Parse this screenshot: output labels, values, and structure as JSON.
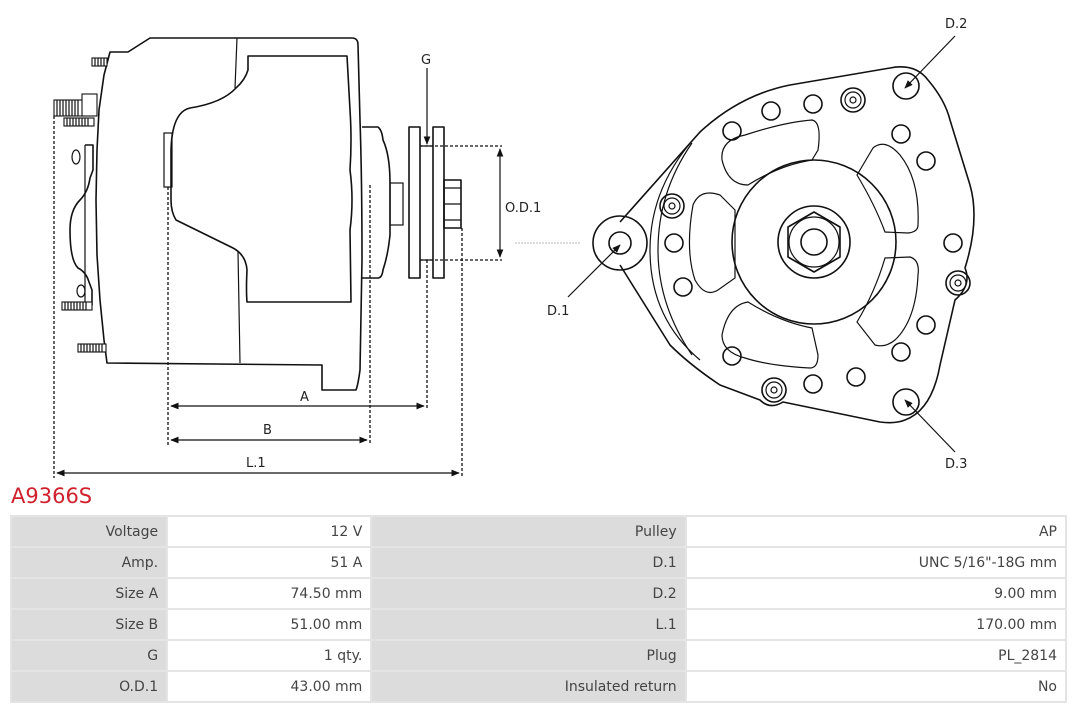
{
  "product": {
    "code": "A9366S",
    "title_color": "#d0202c"
  },
  "drawing": {
    "side_view_labels": {
      "g": "G",
      "od1": "O.D.1",
      "a": "A",
      "b": "B",
      "l1": "L.1"
    },
    "front_view_labels": {
      "d1": "D.1",
      "d2": "D.2",
      "d3": "D.3"
    }
  },
  "specs": {
    "rows": [
      {
        "left_label": "Voltage",
        "left_value": "12 V",
        "right_label": "Pulley",
        "right_value": "AP"
      },
      {
        "left_label": "Amp.",
        "left_value": "51 A",
        "right_label": "D.1",
        "right_value": "UNC 5/16\"-18G mm"
      },
      {
        "left_label": "Size A",
        "left_value": "74.50 mm",
        "right_label": "D.2",
        "right_value": "9.00 mm"
      },
      {
        "left_label": "Size B",
        "left_value": "51.00 mm",
        "right_label": "L.1",
        "right_value": "170.00 mm"
      },
      {
        "left_label": "G",
        "left_value": "1 qty.",
        "right_label": "Plug",
        "right_value": "PL_2814"
      },
      {
        "left_label": "O.D.1",
        "left_value": "43.00 mm",
        "right_label": "Insulated return",
        "right_value": "No"
      }
    ]
  }
}
